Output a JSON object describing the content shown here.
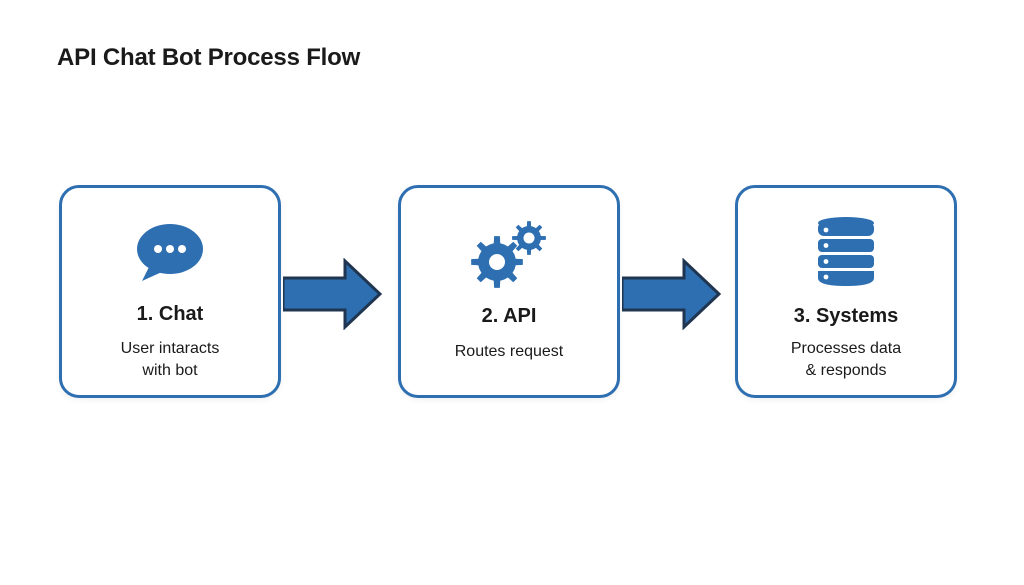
{
  "title": "API Chat Bot Process Flow",
  "colors": {
    "accent": "#2e6fb2",
    "arrow_fill": "#2e6fb2",
    "arrow_outline": "#1f3550",
    "text": "#1a1a1a"
  },
  "steps": [
    {
      "title": "1. Chat",
      "description": [
        "User intaracts",
        "with bot"
      ],
      "icon": "chat-bubble-icon"
    },
    {
      "title": "2. API",
      "description": [
        "Routes request"
      ],
      "icon": "gears-icon"
    },
    {
      "title": "3. Systems",
      "description": [
        "Processes data",
        "& responds"
      ],
      "icon": "database-icon"
    }
  ]
}
